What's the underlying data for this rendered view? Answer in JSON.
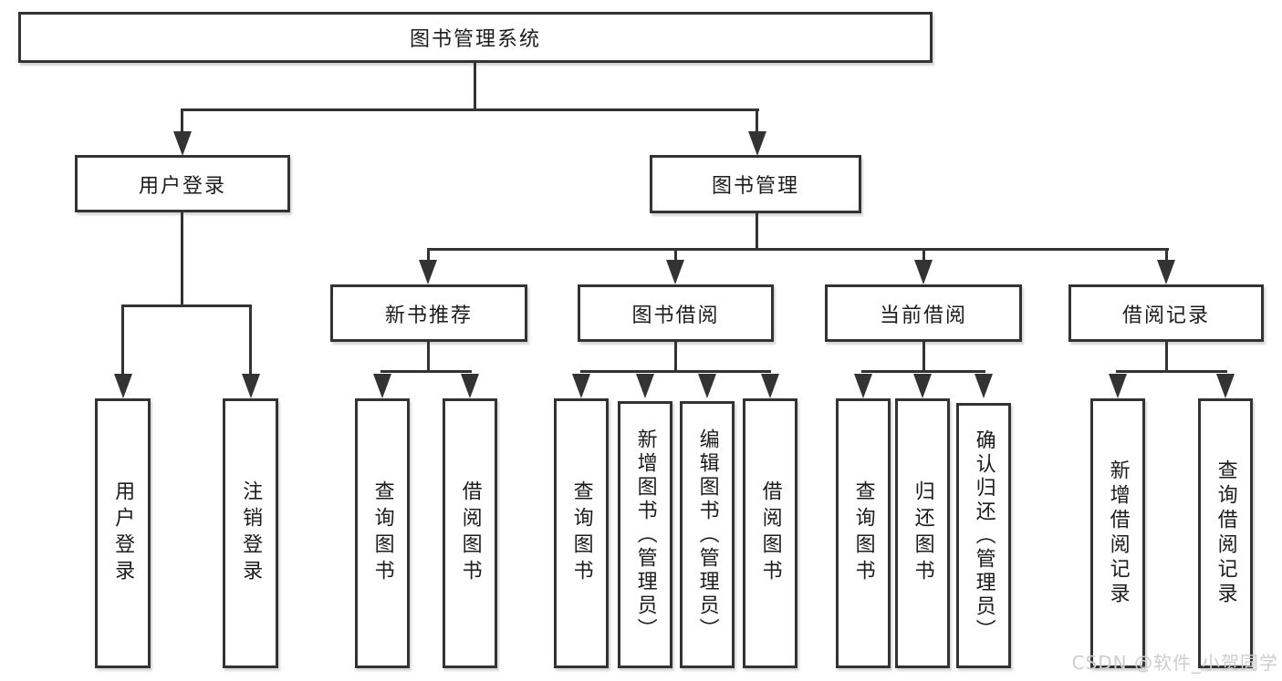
{
  "tree": {
    "root": "图书管理系统",
    "level2": [
      "用户登录",
      "图书管理"
    ],
    "level3": [
      "新书推荐",
      "图书借阅",
      "当前借阅",
      "借阅记录"
    ],
    "leaves": {
      "user_login": [
        "用户登录",
        "注销登录"
      ],
      "new_book_rec": [
        "查询图书",
        "借阅图书"
      ],
      "book_borrow": [
        "查询图书",
        "新增图书（管理员）",
        "编辑图书（管理员）",
        "借阅图书"
      ],
      "current_borrow": [
        "查询图书",
        "归还图书",
        "确认归还（管理员）"
      ],
      "borrow_records": [
        "新增借阅记录",
        "查询借阅记录"
      ]
    }
  },
  "watermark": "CSDN @软件_小贺同学",
  "colors": {
    "line": "#333333",
    "text": "#1c1c1c",
    "box_fill": "#ffffff",
    "watermark": "#cdcdcd",
    "background": "#ffffff"
  }
}
